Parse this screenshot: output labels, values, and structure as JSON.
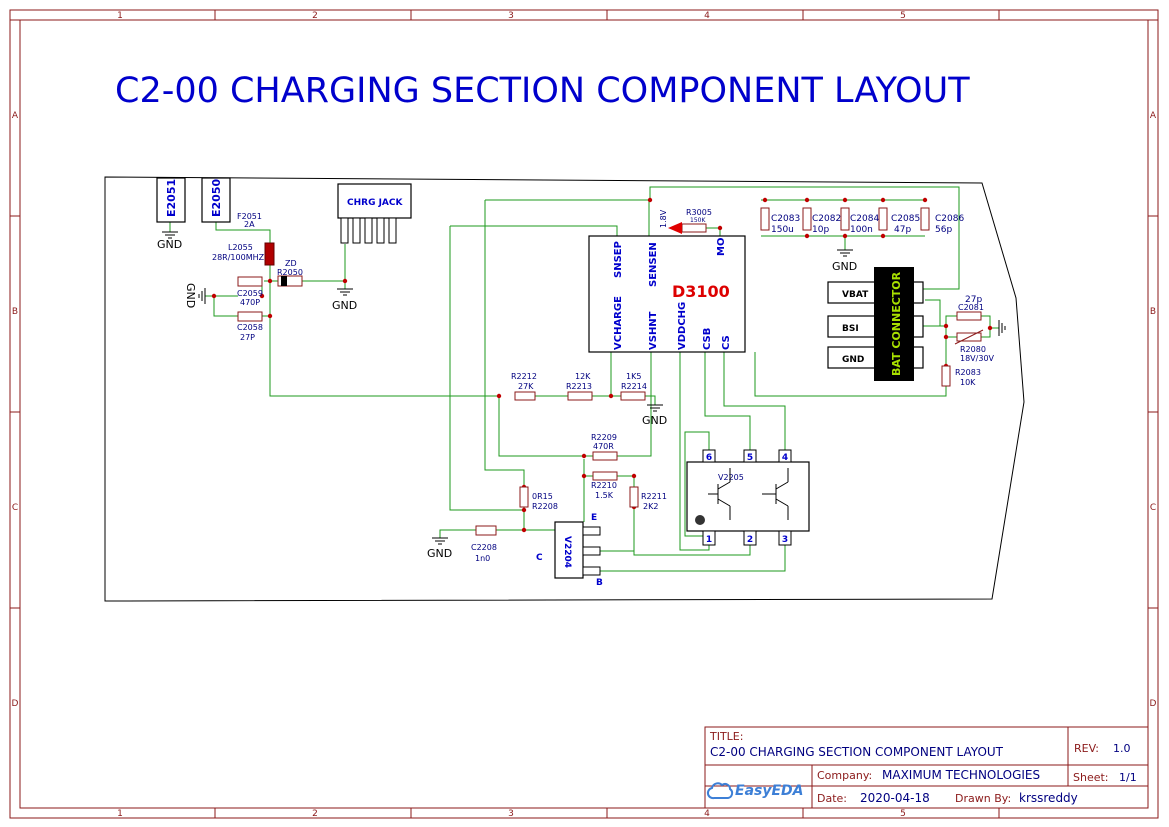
{
  "sheet": {
    "title": "C2-00 CHARGING SECTION COMPONENT LAYOUT",
    "col_labels": [
      "1",
      "2",
      "3",
      "4",
      "5"
    ],
    "row_labels": [
      "A",
      "B",
      "C",
      "D"
    ]
  },
  "components": {
    "e2051": "E2051",
    "e2050": "E2050",
    "gnd": "GND",
    "f2051": "F2051",
    "f2051_val": "2A",
    "l2055": "L2055",
    "l2055_val": "28R/100MHZ",
    "zd": "ZD",
    "r2050": "R2050",
    "c2059": "C2059",
    "c2059_val": "470P",
    "c2058": "C2058",
    "c2058_val": "27P",
    "chrg_jack": "CHRG JACK",
    "r3005": "R3005",
    "r3005_val": "150K",
    "v18": "1.8V",
    "c2083": "C2083",
    "c2083_val": "150u",
    "c2082": "C2082",
    "c2082_val": "10p",
    "c2084": "C2084",
    "c2084_val": "100n",
    "c2085": "C2085",
    "c2085_val": "47p",
    "c2086": "C2086",
    "c2086_val": "56p",
    "d3100": "D3100",
    "pin_snsep": "SNSEP",
    "pin_sensen": "SENSEN",
    "pin_mo": "MO",
    "pin_vcharge": "VCHARGE",
    "pin_vshnt": "VSHNT",
    "pin_vddchg": "VDDCHG",
    "pin_csb": "CSB",
    "pin_cs": "CS",
    "bat_connector": "BAT CONNECTOR",
    "vbat": "VBAT",
    "bsi": "BSI",
    "gnd_pin": "GND",
    "c2081_val": "27p",
    "c2081": "C2081",
    "r2080": "R2080",
    "r2080_val": "18V/30V",
    "r2083": "R2083",
    "r2083_val": "10K",
    "r2212": "R2212",
    "r2212_val": "27K",
    "r2213_val": "12K",
    "r2213": "R2213",
    "r2214_val": "1K5",
    "r2214": "R2214",
    "r2209": "R2209",
    "r2209_val": "470R",
    "r2210": "R2210",
    "r2210_val": "1.5K",
    "r2211": "R2211",
    "r2211_val": "2K2",
    "r2208_val": "0R15",
    "r2208": "R2208",
    "c2208": "C2208",
    "c2208_val": "1n0",
    "v2204": "V2204",
    "pin_e": "E",
    "pin_c": "C",
    "pin_b": "B",
    "v2205": "V2205",
    "v2205_pins": [
      "6",
      "5",
      "4",
      "1",
      "2",
      "3"
    ]
  },
  "title_block": {
    "title_label": "TITLE:",
    "title": "C2-00 CHARGING SECTION COMPONENT LAYOUT",
    "rev_label": "REV:",
    "rev": "1.0",
    "company_label": "Company:",
    "company": "MAXIMUM TECHNOLOGIES",
    "sheet_label": "Sheet:",
    "sheet": "1/1",
    "date_label": "Date:",
    "date": "2020-04-18",
    "drawn_label": "Drawn By:",
    "drawn_by": "krssreddy",
    "logo_text": "EasyEDA"
  },
  "colors": {
    "frame": "#8b1a1a",
    "wire": "#1d9a1d",
    "component": "#8b1a1a",
    "label": "#000080",
    "title": "#0000cc",
    "ic_name": "#dd0000",
    "connector_text": "#a8e000"
  }
}
